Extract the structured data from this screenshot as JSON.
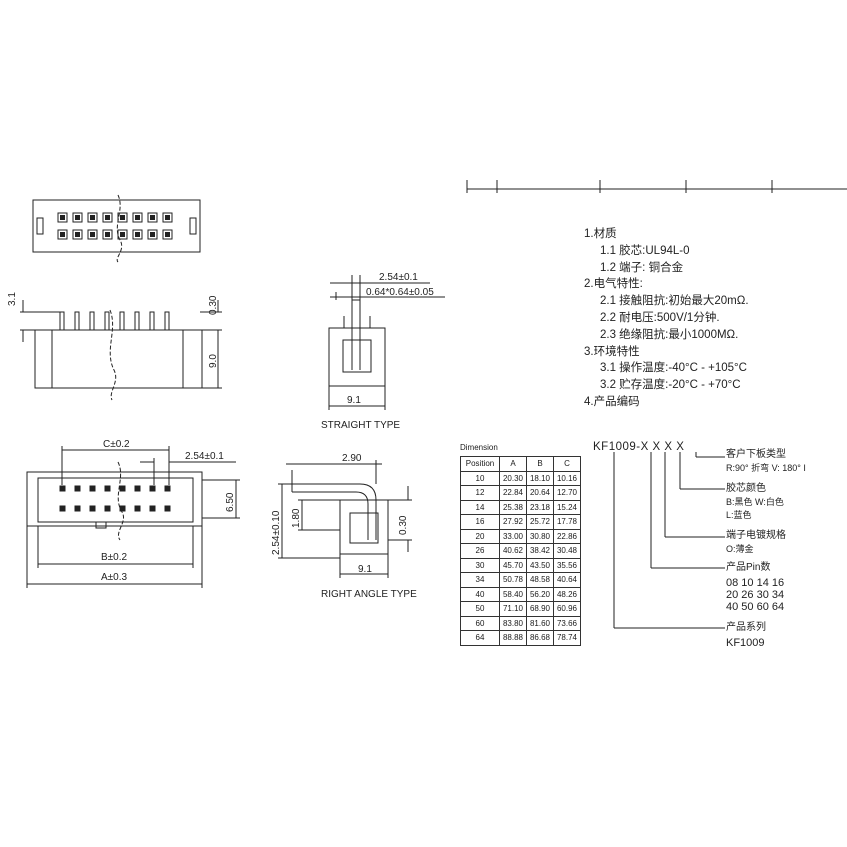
{
  "views": {
    "straight_label": "STRAIGHT TYPE",
    "right_angle_label": "RIGHT ANGLE TYPE"
  },
  "dimensions": {
    "d_3_1": "3.1",
    "d_0_30": "0.30",
    "d_9_0": "9.0",
    "d_c": "C±0.2",
    "d_pitch": "2.54±0.1",
    "d_6_50": "6.50",
    "d_b": "B±0.2",
    "d_a": "A±0.3",
    "s_pitch": "2.54±0.1",
    "s_pin": "0.64*0.64±0.05",
    "s_9_1": "9.1",
    "r_2_90": "2.90",
    "r_2_54": "2.54±0.10",
    "r_1_80": "1.80",
    "r_0_30": "0.30",
    "r_9_1": "9.1"
  },
  "spec": {
    "l1": "1.材质",
    "l1_1": "1.1  胶芯:UL94L-0",
    "l1_2": "1.2  端子:  铜合金",
    "l2": "2.电气特性:",
    "l2_1": "2.1  接触阻抗:初始最大20mΩ.",
    "l2_2": "2.2  耐电压:500V/1分钟.",
    "l2_3": "2.3  绝缘阻抗:最小1000MΩ.",
    "l3": "3.环境特性",
    "l3_1": "3.1  操作温度:-40°C  -  +105°C",
    "l3_2": "3.2  贮存温度:-20°C  -  +70°C",
    "l4": "4.产品编码"
  },
  "code": {
    "part": "KF1009-X X X X",
    "opt1_title": "客户下板类型",
    "opt1_values": "R:90° 折弯    V: 180° I",
    "opt2_title": "胶芯颜色",
    "opt2_values_a": "B:黑色  W:白色",
    "opt2_values_b": "L:蓝色",
    "opt3_title": "端子电镀规格",
    "opt3_values": "O:薄金",
    "opt4_title": "产品Pin数",
    "opt4_row1": "08  10  14  16",
    "opt4_row2": "20  26  30  34",
    "opt4_row3": "40  50  60  64",
    "opt5_title": "产品系列",
    "opt5_value": "KF1009"
  },
  "table": {
    "title": "Dimension",
    "headers": [
      "Position",
      "A",
      "B",
      "C"
    ],
    "rows": [
      [
        "10",
        "20.30",
        "18.10",
        "10.16"
      ],
      [
        "12",
        "22.84",
        "20.64",
        "12.70"
      ],
      [
        "14",
        "25.38",
        "23.18",
        "15.24"
      ],
      [
        "16",
        "27.92",
        "25.72",
        "17.78"
      ],
      [
        "20",
        "33.00",
        "30.80",
        "22.86"
      ],
      [
        "26",
        "40.62",
        "38.42",
        "30.48"
      ],
      [
        "30",
        "45.70",
        "43.50",
        "35.56"
      ],
      [
        "34",
        "50.78",
        "48.58",
        "40.64"
      ],
      [
        "40",
        "58.40",
        "56.20",
        "48.26"
      ],
      [
        "50",
        "71.10",
        "68.90",
        "60.96"
      ],
      [
        "60",
        "83.80",
        "81.60",
        "73.66"
      ],
      [
        "64",
        "88.88",
        "86.68",
        "78.74"
      ]
    ]
  }
}
